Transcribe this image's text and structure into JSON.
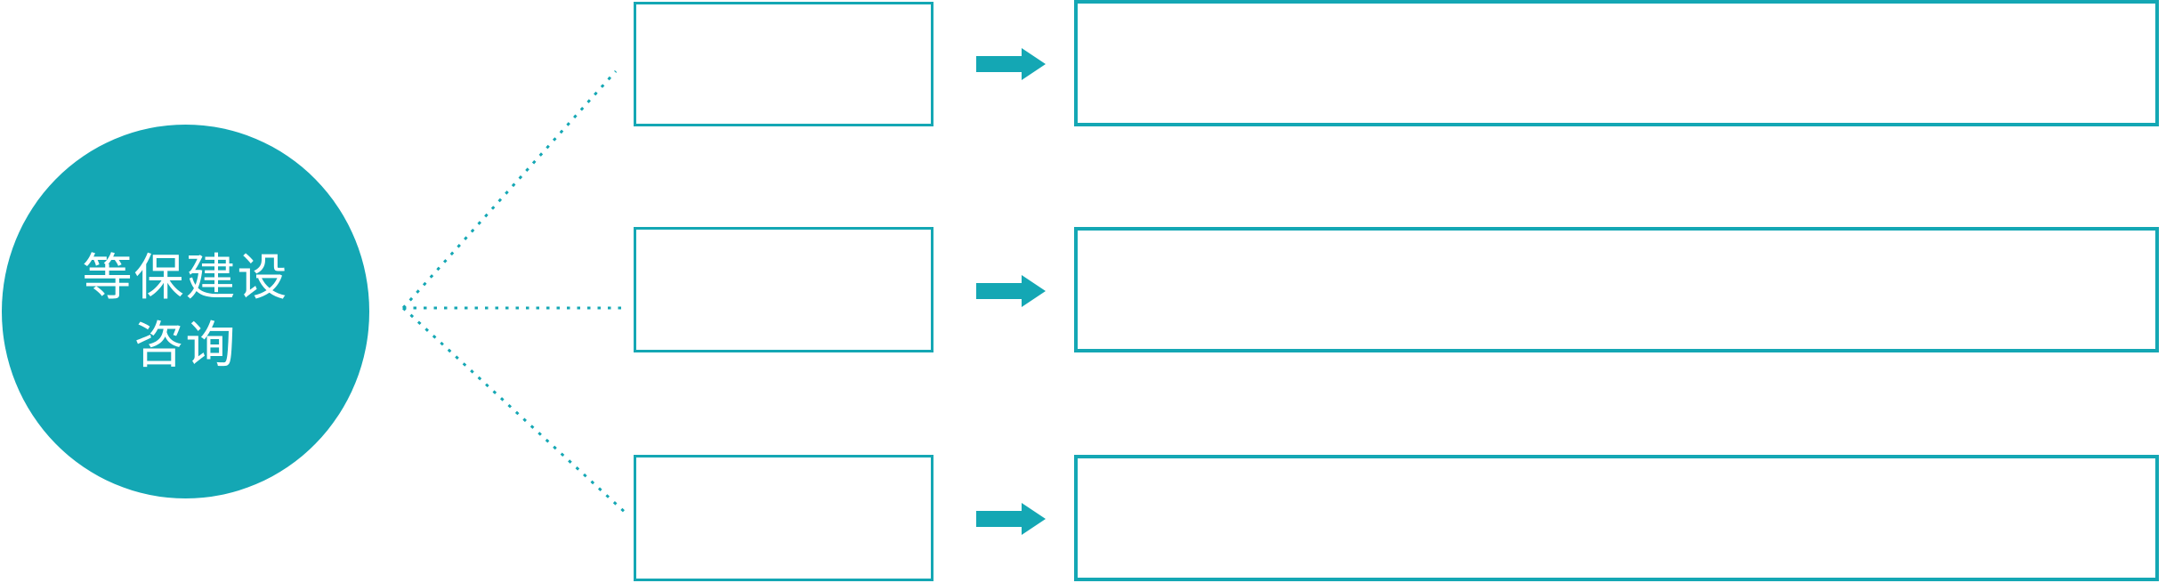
{
  "colors": {
    "accent": "#14a7b4",
    "box_fill": "#ffffff",
    "hub_text": "#ffffff"
  },
  "hub": {
    "label": "等保建设咨询",
    "label_line1": "等保建设",
    "label_line2": "咨询"
  },
  "rows": [
    {
      "small_box_text": "",
      "large_box_text": ""
    },
    {
      "small_box_text": "",
      "large_box_text": ""
    },
    {
      "small_box_text": "",
      "large_box_text": ""
    }
  ]
}
